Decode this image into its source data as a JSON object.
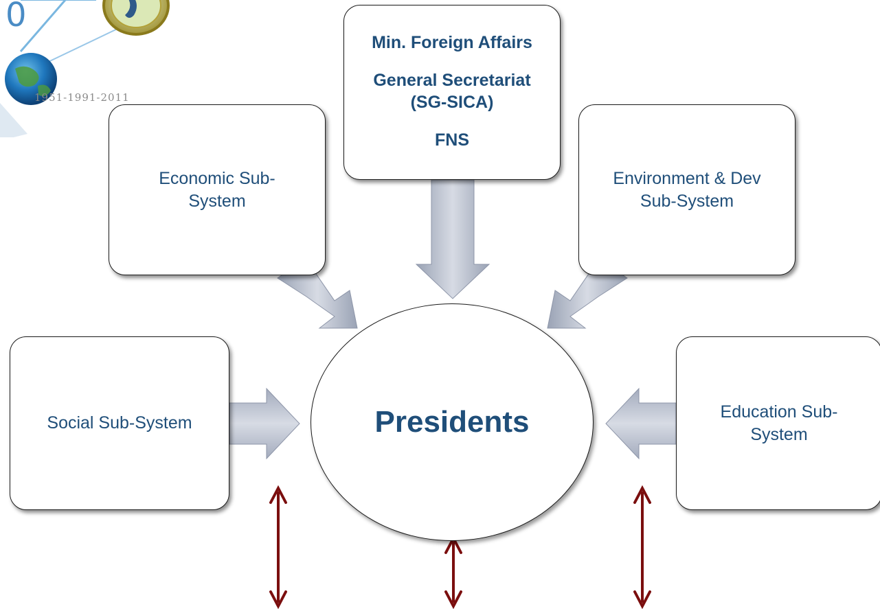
{
  "logo": {
    "years": "1951-1991-2011",
    "digit": "0"
  },
  "boxes": {
    "top": {
      "line1": "Min. Foreign Affairs",
      "line2": "General Secretariat",
      "line3": "(SG-SICA)",
      "line4": "FNS"
    },
    "economic": {
      "line1": "Economic Sub-",
      "line2": "System"
    },
    "environment": {
      "line1": "Environment & Dev",
      "line2": "Sub-System"
    },
    "social": {
      "line1": "Social Sub-System"
    },
    "education": {
      "line1": "Education Sub-",
      "line2": "System"
    }
  },
  "center": {
    "label": "Presidents"
  },
  "colors": {
    "text": "#1f4e79",
    "block_arrow": "#b8bfcd",
    "double_arrow": "#7b0e0e"
  }
}
